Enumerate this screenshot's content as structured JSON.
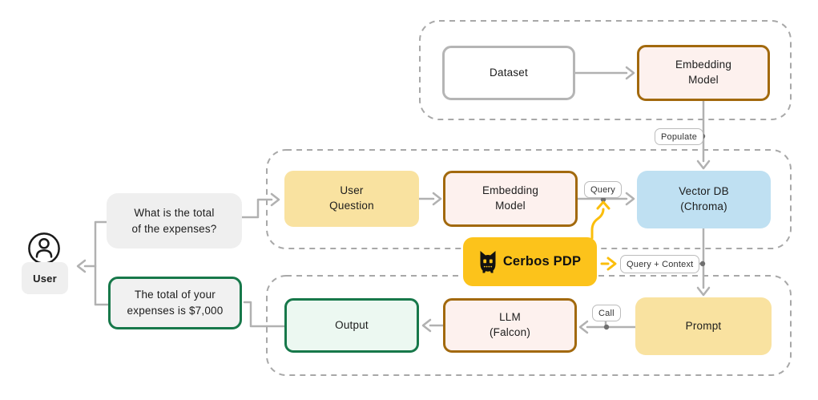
{
  "colors": {
    "canvas_bg": "#ffffff",
    "yellow_node": "#f9e2a0",
    "blue_node": "#bfe0f2",
    "pink_node": "#fdf1ee",
    "brown_border": "#a2690d",
    "green_border": "#17784a",
    "green_node": "#ecf8f1",
    "gray_node": "#efefef",
    "cerbos_yellow": "#fcc31b",
    "yellow_arrow": "#fbbe0c",
    "connector_gray": "#b1b1b1",
    "dashed_gray": "#a8a8a8",
    "dataset_border": "#b5b5b5",
    "text_dark": "#1c1c1c"
  },
  "nodes": {
    "dataset": "Dataset",
    "embedding_model_top": "Embedding\nModel",
    "user_question": "User\nQuestion",
    "embedding_model_mid": "Embedding\nModel",
    "vector_db": "Vector DB\n(Chroma)",
    "cerbos_pdp": "Cerbos PDP",
    "prompt": "Prompt",
    "llm": "LLM\n(Falcon)",
    "output": "Output"
  },
  "user": {
    "label": "User",
    "question_bubble": "What is the total\nof the expenses?",
    "answer_bubble": "The total of your\nexpenses is $7,000"
  },
  "edge_labels": {
    "populate": "Populate",
    "query": "Query",
    "query_context": "Query + Context",
    "call": "Call"
  },
  "icons": {
    "user": "user-icon",
    "cerbos": "cerbos-cat-icon"
  }
}
